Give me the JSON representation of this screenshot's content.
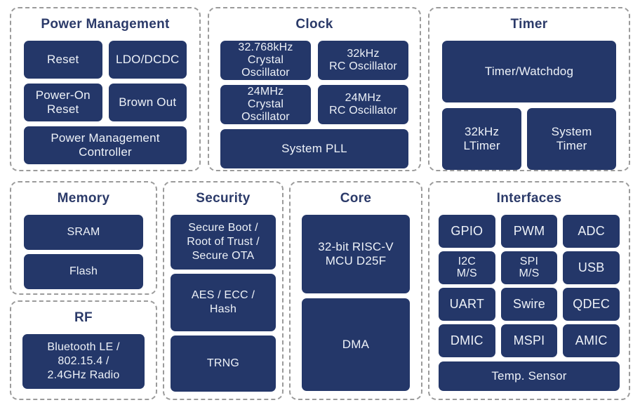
{
  "colors": {
    "block_bg": "#243769",
    "block_text": "#eef2f8",
    "title_text": "#2b3a69",
    "dashed_border": "#9b9b9b",
    "background": "#ffffff"
  },
  "sections": {
    "power_management": {
      "title": "Power Management",
      "blocks": {
        "reset": "Reset",
        "ldo_dcdc": "LDO/DCDC",
        "power_on_reset": "Power-On\nReset",
        "brown_out": "Brown Out",
        "pm_controller": "Power Management\nController"
      }
    },
    "clock": {
      "title": "Clock",
      "blocks": {
        "xtal_32768khz": "32.768kHz\nCrystal\nOscillator",
        "rc_32khz": "32kHz\nRC Oscillator",
        "xtal_24mhz": "24MHz\nCrystal\nOscillator",
        "rc_24mhz": "24MHz\nRC Oscillator",
        "system_pll": "System PLL"
      }
    },
    "timer": {
      "title": "Timer",
      "blocks": {
        "timer_watchdog": "Timer/Watchdog",
        "ltimer_32khz": "32kHz\nLTimer",
        "system_timer": "System\nTimer"
      }
    },
    "memory": {
      "title": "Memory",
      "blocks": {
        "sram": "SRAM",
        "flash": "Flash"
      }
    },
    "rf": {
      "title": "RF",
      "blocks": {
        "radio": "Bluetooth LE /\n802.15.4 /\n2.4GHz Radio"
      }
    },
    "security": {
      "title": "Security",
      "blocks": {
        "secure_boot": "Secure Boot /\nRoot of Trust /\nSecure OTA",
        "aes_ecc_hash": "AES / ECC /\nHash",
        "trng": "TRNG"
      }
    },
    "core": {
      "title": "Core",
      "blocks": {
        "riscv_mcu": "32-bit RISC-V\nMCU D25F",
        "dma": "DMA"
      }
    },
    "interfaces": {
      "title": "Interfaces",
      "blocks": {
        "gpio": "GPIO",
        "pwm": "PWM",
        "adc": "ADC",
        "i2c_ms": "I2C\nM/S",
        "spi_ms": "SPI\nM/S",
        "usb": "USB",
        "uart": "UART",
        "swire": "Swire",
        "qdec": "QDEC",
        "dmic": "DMIC",
        "mspi": "MSPI",
        "amic": "AMIC",
        "temp_sensor": "Temp. Sensor"
      }
    }
  }
}
